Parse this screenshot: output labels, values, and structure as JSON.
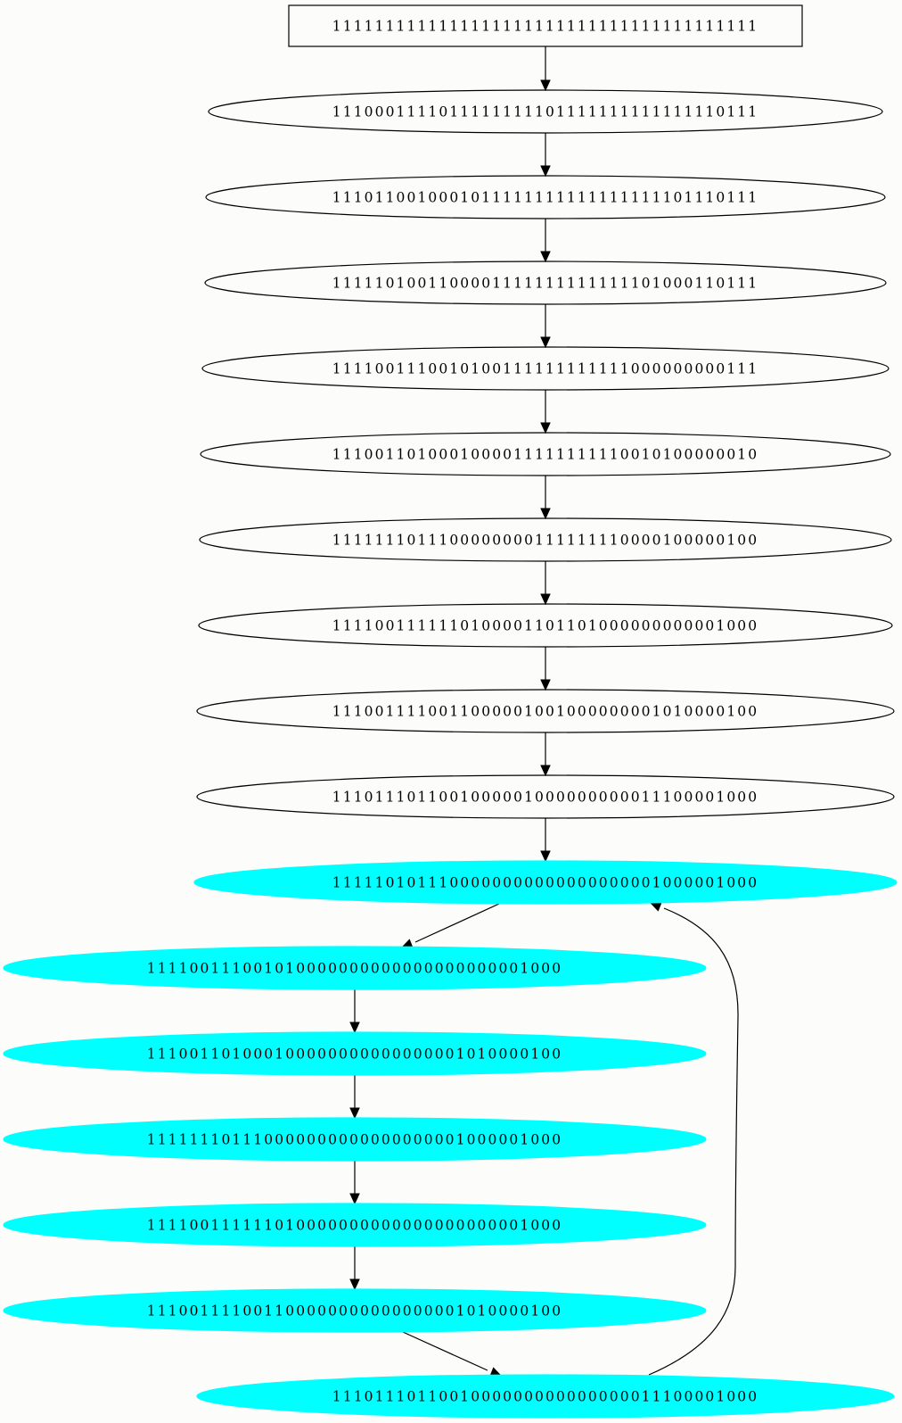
{
  "nodes": [
    {
      "id": "n0",
      "label": "1111111111111111111111111111111111111111",
      "shape": "box",
      "fill": "none"
    },
    {
      "id": "n1",
      "label": "1110001111011111111101111111111111110111",
      "shape": "ellipse",
      "fill": "none"
    },
    {
      "id": "n2",
      "label": "1110110010001011111111111111111101110111",
      "shape": "ellipse",
      "fill": "none"
    },
    {
      "id": "n3",
      "label": "1111101001100001111111111111101000110111",
      "shape": "ellipse",
      "fill": "none"
    },
    {
      "id": "n4",
      "label": "1111001110010100111111111111000000000111",
      "shape": "ellipse",
      "fill": "none"
    },
    {
      "id": "n5",
      "label": "1110011010001000011111111110010100000010",
      "shape": "ellipse",
      "fill": "none"
    },
    {
      "id": "n6",
      "label": "1111111011100000000111111110000100000100",
      "shape": "ellipse",
      "fill": "none"
    },
    {
      "id": "n7",
      "label": "1111001111110100001101101000000000001000",
      "shape": "ellipse",
      "fill": "none"
    },
    {
      "id": "n8",
      "label": "1110011110011000001001000000001010000100",
      "shape": "ellipse",
      "fill": "none"
    },
    {
      "id": "n9",
      "label": "1110111011001000001000000000011100001000",
      "shape": "ellipse",
      "fill": "none"
    },
    {
      "id": "n10",
      "label": "1111101011100000000000000000001000001000",
      "shape": "ellipse",
      "fill": "#00ffff"
    },
    {
      "id": "n11",
      "label": "111100111001010000000000000000000001000",
      "shape": "ellipse",
      "fill": "#00ffff"
    },
    {
      "id": "n12",
      "label": "111001101000100000000000000001010000100",
      "shape": "ellipse",
      "fill": "#00ffff"
    },
    {
      "id": "n13",
      "label": "111111101110000000000000000001000001000",
      "shape": "ellipse",
      "fill": "#00ffff"
    },
    {
      "id": "n14",
      "label": "111100111111010000000000000000000001000",
      "shape": "ellipse",
      "fill": "#00ffff"
    },
    {
      "id": "n15",
      "label": "111001111001100000000000000001010000100",
      "shape": "ellipse",
      "fill": "#00ffff"
    },
    {
      "id": "n16",
      "label": "1110111011001000000000000000011100001000",
      "shape": "ellipse",
      "fill": "#00ffff"
    }
  ],
  "edges": [
    {
      "from": "n0",
      "to": "n1"
    },
    {
      "from": "n1",
      "to": "n2"
    },
    {
      "from": "n2",
      "to": "n3"
    },
    {
      "from": "n3",
      "to": "n4"
    },
    {
      "from": "n4",
      "to": "n5"
    },
    {
      "from": "n5",
      "to": "n6"
    },
    {
      "from": "n6",
      "to": "n7"
    },
    {
      "from": "n7",
      "to": "n8"
    },
    {
      "from": "n8",
      "to": "n9"
    },
    {
      "from": "n9",
      "to": "n10"
    },
    {
      "from": "n10",
      "to": "n11"
    },
    {
      "from": "n11",
      "to": "n12"
    },
    {
      "from": "n12",
      "to": "n13"
    },
    {
      "from": "n13",
      "to": "n14"
    },
    {
      "from": "n14",
      "to": "n15"
    },
    {
      "from": "n15",
      "to": "n16"
    },
    {
      "from": "n16",
      "to": "n10"
    }
  ],
  "colors": {
    "cycle_fill": "#00ffff",
    "stroke": "#000000"
  }
}
